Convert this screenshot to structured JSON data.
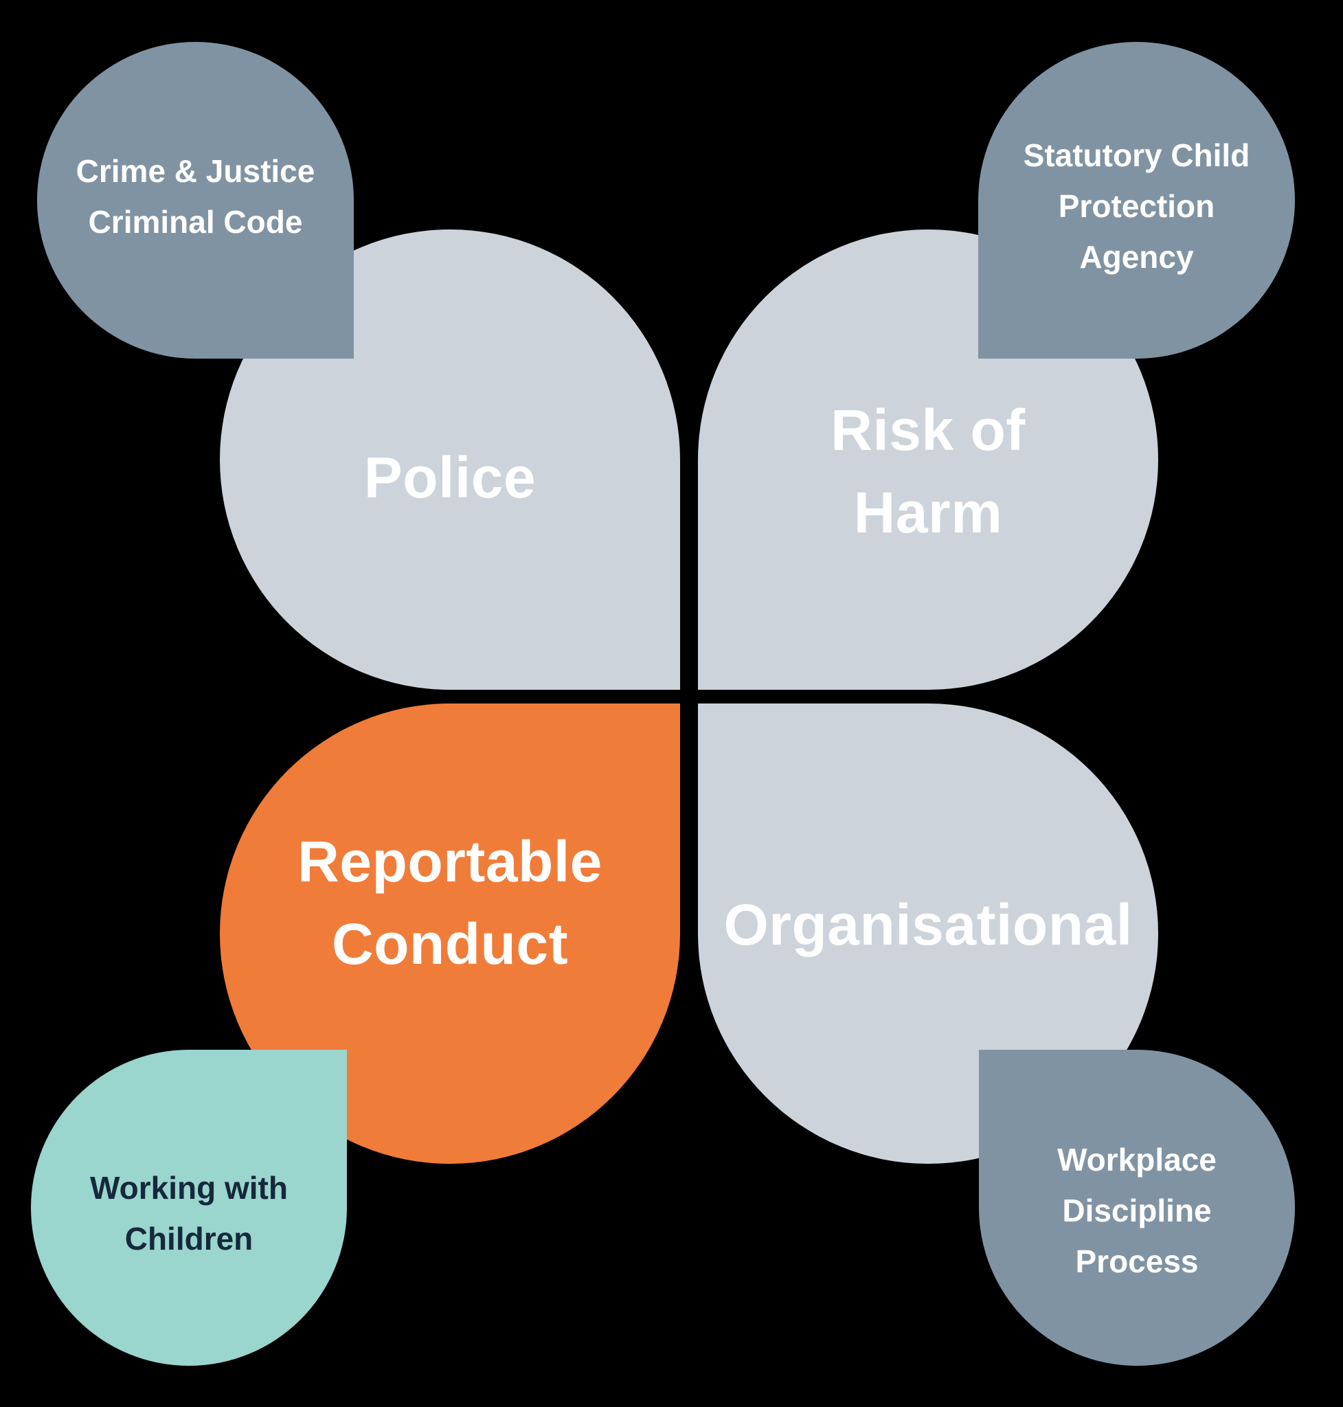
{
  "title": "Reportable Conduct relationships petal diagram",
  "canvas": {
    "background": "#000000"
  },
  "colors": {
    "petal_gray": "#CCD3DA",
    "petal_orange": "#F07C3A",
    "bubble_slate": "#8093A3",
    "bubble_teal": "#9AD5CE",
    "text_light": "#FFFFFF",
    "text_navy": "#15293B"
  },
  "petals": {
    "police": {
      "lines": [
        "Police"
      ]
    },
    "risk_of_harm": {
      "lines": [
        "Risk of",
        "Harm"
      ]
    },
    "reportable_conduct": {
      "lines": [
        "Reportable",
        "Conduct"
      ]
    },
    "organisational": {
      "lines": [
        "Organisational"
      ]
    }
  },
  "bubbles": {
    "crime_justice": {
      "lines": [
        "Crime & Justice",
        "Criminal Code"
      ]
    },
    "statutory_child": {
      "lines": [
        "Statutory Child",
        "Protection",
        "Agency"
      ]
    },
    "working_with_children": {
      "lines": [
        "Working with",
        "Children"
      ]
    },
    "workplace_discipline": {
      "lines": [
        "Workplace",
        "Discipline",
        "Process"
      ]
    }
  }
}
